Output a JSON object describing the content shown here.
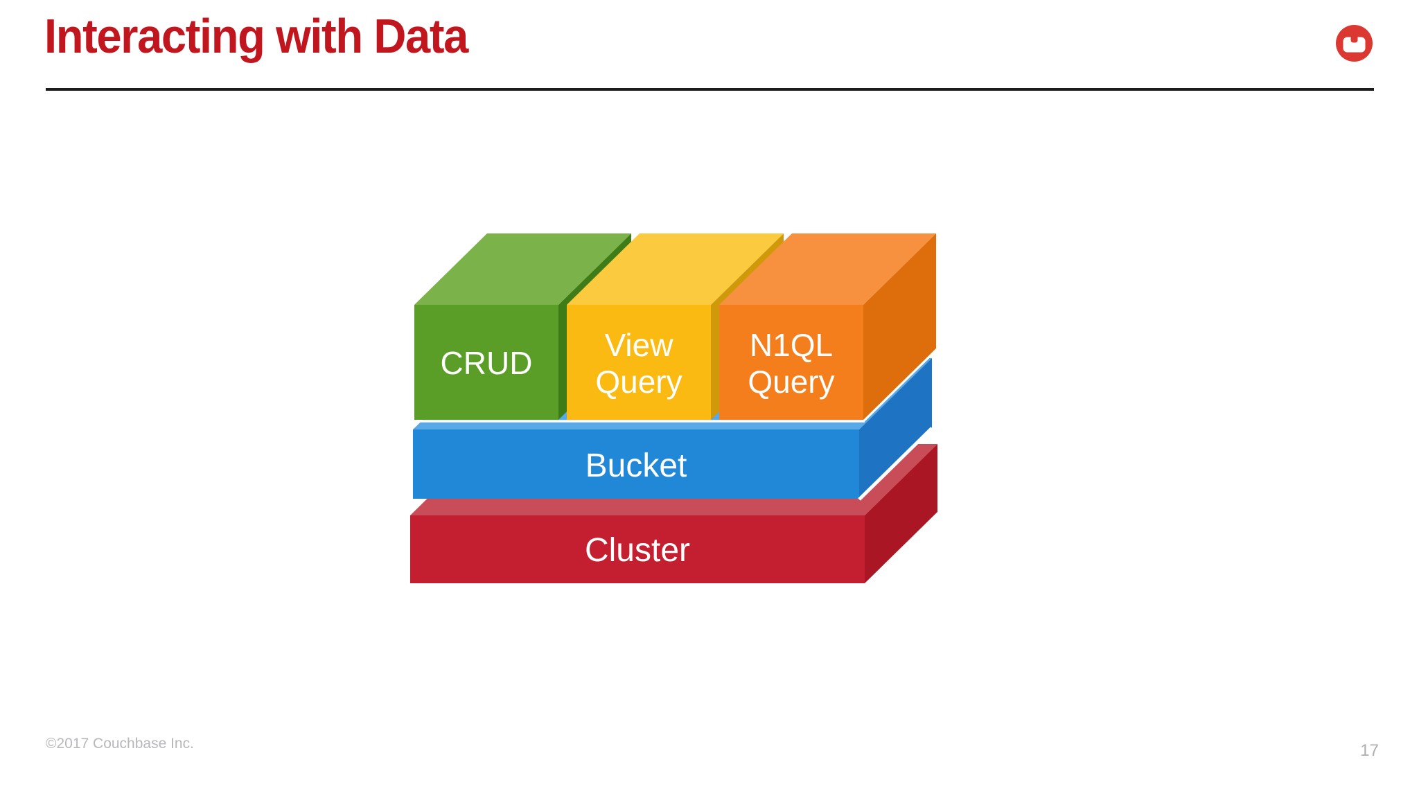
{
  "slide": {
    "title": "Interacting with Data",
    "footer": "©2017 Couchbase Inc.",
    "page_number": "17"
  },
  "colors": {
    "title_red": "#C2161F",
    "rule": "#1B1B1B",
    "footer_gray": "#B8B8BC",
    "page_gray": "#AEAEB2",
    "background": "#FFFFFF"
  },
  "logo": {
    "name": "couchbase-logo",
    "circle_color": "#DC3832",
    "couch_color": "#FFFFFF"
  },
  "diagram": {
    "blocks": [
      {
        "label": "CRUD",
        "front": "#5A9D27",
        "top": "#7BB24A",
        "side": "#3E7C17"
      },
      {
        "line1": "View",
        "line2": "Query",
        "front": "#FBBA12",
        "top": "#FBCA3E",
        "side": "#D0990A"
      },
      {
        "line1": "N1QL",
        "line2": "Query",
        "front": "#F57E1C",
        "top": "#F79140",
        "side": "#DE6D0B"
      }
    ],
    "layers": [
      {
        "label": "Bucket",
        "front": "#2187D7",
        "top": "#58A9E6",
        "side": "#1E74C2"
      },
      {
        "label": "Cluster",
        "front": "#C41F31",
        "top": "#C94D59",
        "side": "#AA1623"
      }
    ]
  }
}
